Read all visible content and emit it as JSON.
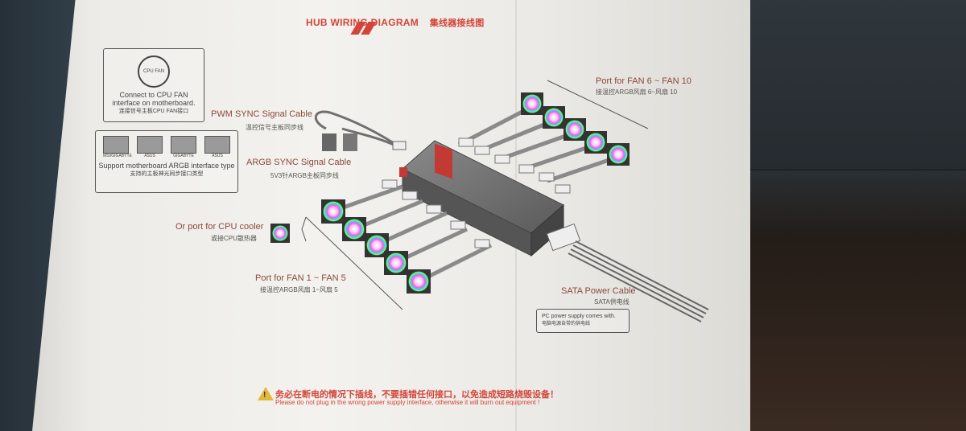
{
  "title": {
    "en": "HUB WIRING DIAGRAM",
    "cn": "集线器接线图"
  },
  "cpu_fan_box": {
    "line1": "Connect to CPU FAN",
    "line2": "interface on motherboard.",
    "cn": "连接信号主板CPU FAN接口",
    "icon_text": "CPU FAN"
  },
  "argb_box": {
    "brands": [
      "MSI/GIGABYTE",
      "ASUS",
      "GIGABYTE",
      "ASUS"
    ],
    "line1": "Support motherboard ARGB interface type",
    "cn": "支持的主板神光同步接口类型"
  },
  "pwm_label": {
    "en": "PWM SYNC Signal Cable",
    "cn": "温控信号主板同步线"
  },
  "argb_label": {
    "en": "ARGB SYNC Signal Cable",
    "cn": "5V3针ARGB主板同步线"
  },
  "cooler_label": {
    "en": "Or port for CPU cooler",
    "cn": "或接CPU散热器"
  },
  "fan15_label": {
    "en": "Port for FAN 1 ~ FAN 5",
    "cn": "接温控ARGB风扇 1~风扇 5"
  },
  "fan610_label": {
    "en": "Port for FAN 6 ~ FAN 10",
    "cn": "接温控ARGB风扇 6~风扇 10"
  },
  "sata_label": {
    "en": "SATA Power Cable",
    "cn": "SATA供电线"
  },
  "psu_note": {
    "en": "PC power supply comes with.",
    "cn": "电脑电源自带的供电线"
  },
  "warning": {
    "cn": "务必在断电的情况下插线，不要插错任何接口，以免造成短路烧毁设备！",
    "en": "Please do not plug in the wrong power supply interface, otherwise it will burn out equipment !",
    "mark": "!"
  },
  "colors": {
    "accent_red": "#d3453a",
    "hub_gray": "#6b6b6b",
    "cable_gray": "#8a8a8a"
  }
}
